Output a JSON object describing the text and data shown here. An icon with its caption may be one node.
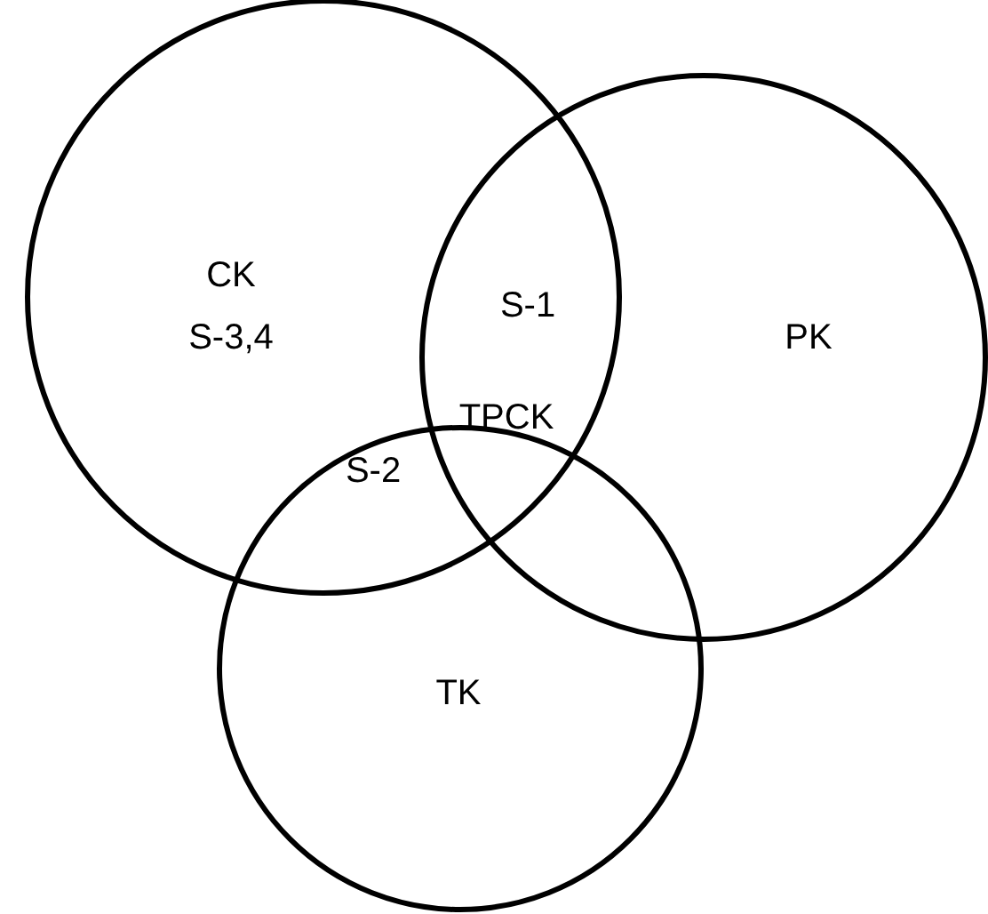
{
  "diagram": {
    "nodes": [
      {
        "text": [
          "CK",
          "S-3,4"
        ]
      },
      {
        "text": [
          "PK"
        ]
      },
      {
        "text": [
          "TK"
        ]
      }
    ],
    "labels": [
      "S-1",
      "TPCK",
      "S-2"
    ]
  }
}
